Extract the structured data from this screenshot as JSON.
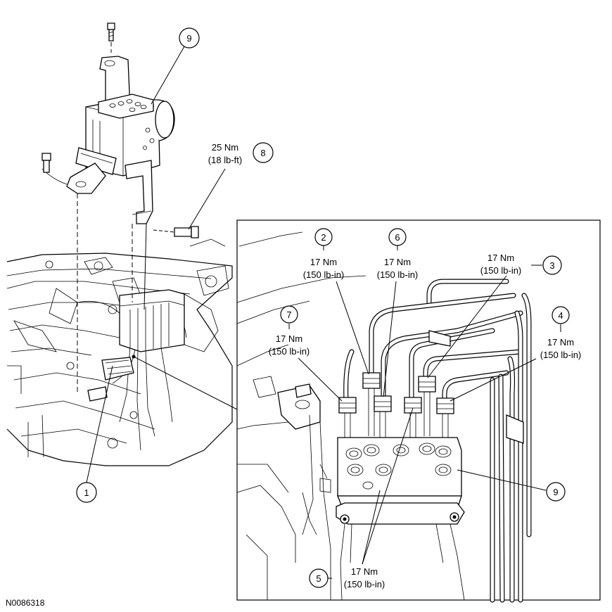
{
  "figure_id": "N0086318",
  "callouts": [
    {
      "id": "1",
      "num": "1",
      "torque": "",
      "torque_alt": ""
    },
    {
      "id": "2",
      "num": "2",
      "torque": "17 Nm",
      "torque_alt": "(150 lb-in)"
    },
    {
      "id": "3",
      "num": "3",
      "torque": "17 Nm",
      "torque_alt": "(150 lb-in)"
    },
    {
      "id": "4",
      "num": "4",
      "torque": "17 Nm",
      "torque_alt": "(150 lb-in)"
    },
    {
      "id": "5",
      "num": "5",
      "torque": "17 Nm",
      "torque_alt": "(150 lb-in)"
    },
    {
      "id": "6",
      "num": "6",
      "torque": "17 Nm",
      "torque_alt": "(150 lb-in)"
    },
    {
      "id": "7",
      "num": "7",
      "torque": "17 Nm",
      "torque_alt": "(150 lb-in)"
    },
    {
      "id": "8",
      "num": "8",
      "torque": "25 Nm",
      "torque_alt": "(18 lb-ft)"
    },
    {
      "id": "9-top",
      "num": "9",
      "torque": "",
      "torque_alt": ""
    },
    {
      "id": "9-inset",
      "num": "9",
      "torque": "",
      "torque_alt": ""
    }
  ]
}
